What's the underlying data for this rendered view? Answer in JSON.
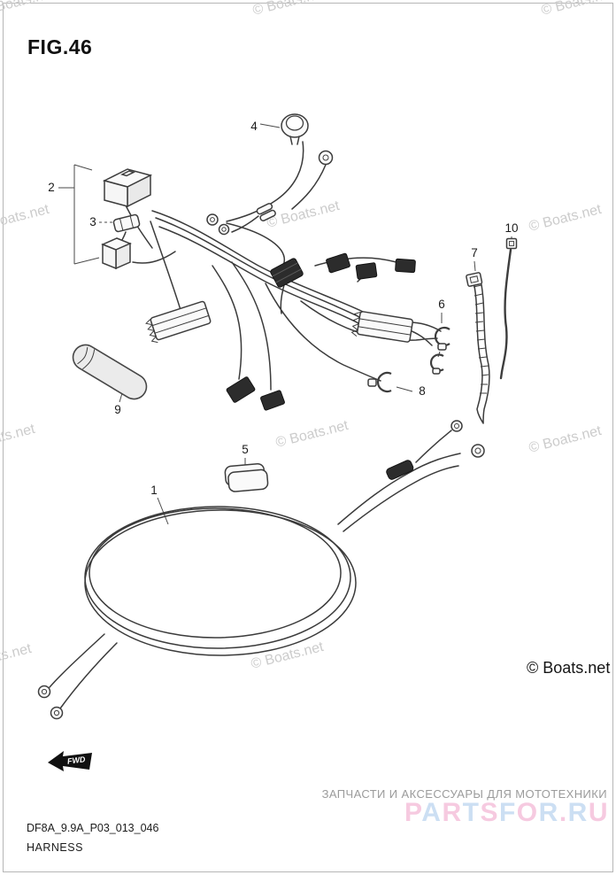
{
  "page": {
    "figure_label": "FIG.46",
    "fwd_label": "FWD"
  },
  "watermark": {
    "text": "© Boats.net",
    "light_color": "#cccccc",
    "dark_color": "#141414"
  },
  "diagram": {
    "labels": {
      "p1": "1",
      "p2": "2",
      "p3": "3",
      "p4": "4",
      "p5": "5",
      "p6": "6",
      "p7": "7",
      "p8": "8",
      "p9": "9",
      "p10": "10"
    }
  },
  "footer": {
    "tagline": "ЗАПЧАСТИ И АКСЕССУАРЫ ДЛЯ МОТОТЕХНИКИ",
    "logo_text": "PARTSFOR.RU",
    "logo_colors": [
      "#ef9fc8",
      "#a4c6ea"
    ],
    "part_code": "DF8A_9.9A_P03_013_046",
    "part_name": "HARNESS"
  }
}
